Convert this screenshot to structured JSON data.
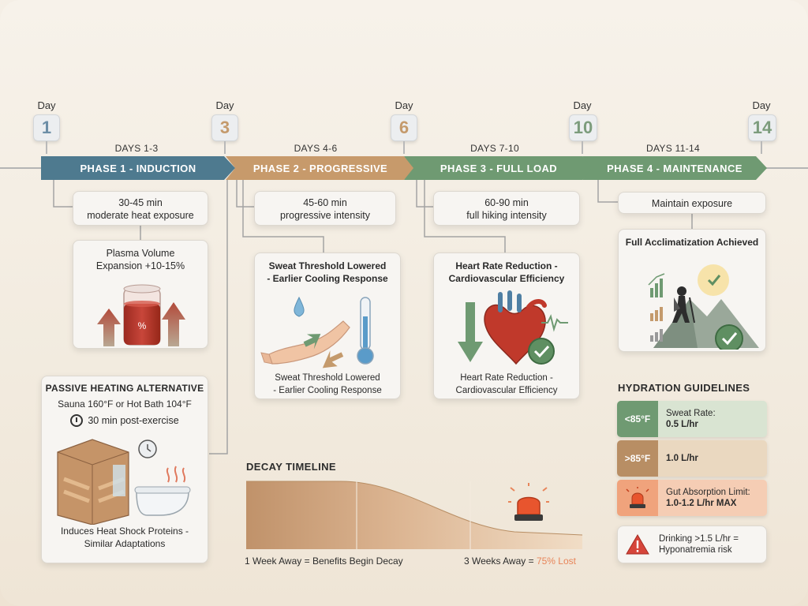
{
  "days": [
    {
      "label": "Day",
      "num": "1",
      "color": "#6d8ea6"
    },
    {
      "label": "Day",
      "num": "3",
      "color": "#c49a6c"
    },
    {
      "label": "Day",
      "num": "6",
      "color": "#c49a6c"
    },
    {
      "label": "Day",
      "num": "10",
      "color": "#7c9c7c"
    },
    {
      "label": "Day",
      "num": "14",
      "color": "#7c9c7c"
    }
  ],
  "phases": [
    {
      "range": "DAYS 1-3",
      "name": "PHASE 1 - INDUCTION",
      "color": "#4e7a8f"
    },
    {
      "range": "DAYS 4-6",
      "name": "PHASE 2 - PROGRESSIVE",
      "color": "#c79a6b"
    },
    {
      "range": "DAYS 7-10",
      "name": "PHASE 3 - FULL LOAD",
      "color": "#6f9a72"
    },
    {
      "range": "DAYS 11-14",
      "name": "PHASE 4 - MAINTENANCE",
      "color": "#6f9a72"
    }
  ],
  "exposure": {
    "p1": {
      "line1": "30-45 min",
      "line2": "moderate heat exposure"
    },
    "p2": {
      "line1": "45-60 min",
      "line2": "progressive intensity"
    },
    "p3": {
      "line1": "60-90 min",
      "line2": "full hiking intensity"
    },
    "p4": {
      "line1": "Maintain exposure"
    }
  },
  "adaptations": {
    "plasma": {
      "line1": "Plasma Volume",
      "line2": "Expansion +10-15%",
      "jar_symbol": "%"
    },
    "sweat": {
      "title1": "Sweat Threshold Lowered",
      "title2": "- Earlier Cooling Response",
      "cap1": "Sweat Threshold Lowered",
      "cap2": "- Earlier Cooling Response"
    },
    "heart": {
      "title1": "Heart Rate Reduction -",
      "title2": "Cardiovascular Efficiency",
      "cap1": "Heart Rate Reduction -",
      "cap2": "Cardiovascular Efficiency"
    },
    "full": {
      "title": "Full Acclimatization Achieved"
    }
  },
  "passive": {
    "title": "PASSIVE HEATING ALTERNATIVE",
    "sub": "Sauna 160°F or Hot Bath 104°F",
    "time": "30 min post-exercise",
    "cap1": "Induces Heat Shock Proteins -",
    "cap2": "Similar Adaptations"
  },
  "decay": {
    "title": "DECAY TIMELINE",
    "left": "1 Week Away = Benefits Begin Decay",
    "right_prefix": "3 Weeks Away = ",
    "right_value": "75% Lost",
    "accent": "#e8855a"
  },
  "hydration": {
    "title": "HYDRATION GUIDELINES",
    "rows": [
      {
        "tag": "<85°F",
        "l1": "Sweat Rate:",
        "l2": "0.5 L/hr",
        "tag_color": "#6f9a72",
        "bg": "#d9e4d2"
      },
      {
        "tag": ">85°F",
        "l1": "1.0 L/hr",
        "l2": "",
        "tag_color": "#b88e64",
        "bg": "#ead8c0"
      },
      {
        "tag": "",
        "l1": "Gut Absorption Limit:",
        "l2": "1.0-1.2 L/hr MAX",
        "tag_color": "#f0a37c",
        "bg": "#f5cdb4"
      }
    ],
    "warning": {
      "l1": "Drinking >1.5 L/hr =",
      "l2": "Hyponatremia risk"
    }
  }
}
